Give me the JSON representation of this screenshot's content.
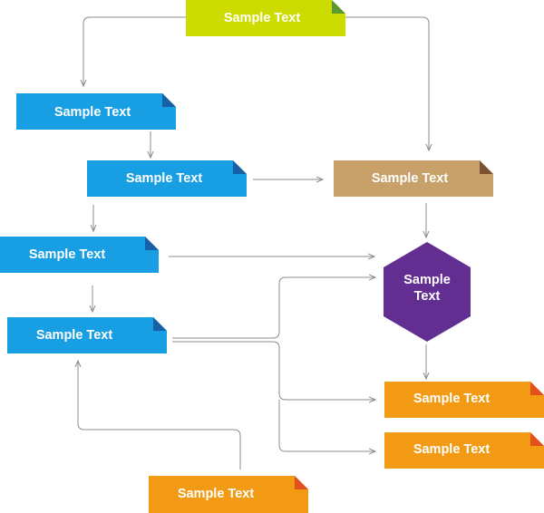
{
  "diagram": {
    "nodes": [
      {
        "id": "n1",
        "label": "Sample Text",
        "color": "#cddc00",
        "fold": "#5a9a2f",
        "shape": "folded-rect"
      },
      {
        "id": "n2",
        "label": "Sample Text",
        "color": "#189fe3",
        "fold": "#1760a8",
        "shape": "folded-rect"
      },
      {
        "id": "n3",
        "label": "Sample Text",
        "color": "#189fe3",
        "fold": "#1760a8",
        "shape": "folded-rect"
      },
      {
        "id": "n4",
        "label": "Sample Text",
        "color": "#c8a06a",
        "fold": "#7a5232",
        "shape": "folded-rect"
      },
      {
        "id": "n5",
        "label": "Sample Text",
        "color": "#189fe3",
        "fold": "#1760a8",
        "shape": "folded-rect"
      },
      {
        "id": "n6",
        "label": "Sample Text",
        "color": "#632e92",
        "shape": "hexagon"
      },
      {
        "id": "n7",
        "label": "Sample Text",
        "color": "#189fe3",
        "fold": "#1760a8",
        "shape": "folded-rect"
      },
      {
        "id": "n8",
        "label": "Sample Text",
        "color": "#f29a14",
        "fold": "#e2501e",
        "shape": "folded-rect"
      },
      {
        "id": "n9",
        "label": "Sample Text",
        "color": "#f29a14",
        "fold": "#e2501e",
        "shape": "folded-rect"
      },
      {
        "id": "n10",
        "label": "Sample Text",
        "color": "#f29a14",
        "fold": "#e2501e",
        "shape": "folded-rect"
      }
    ],
    "connector_color": "#8c8c8c"
  }
}
